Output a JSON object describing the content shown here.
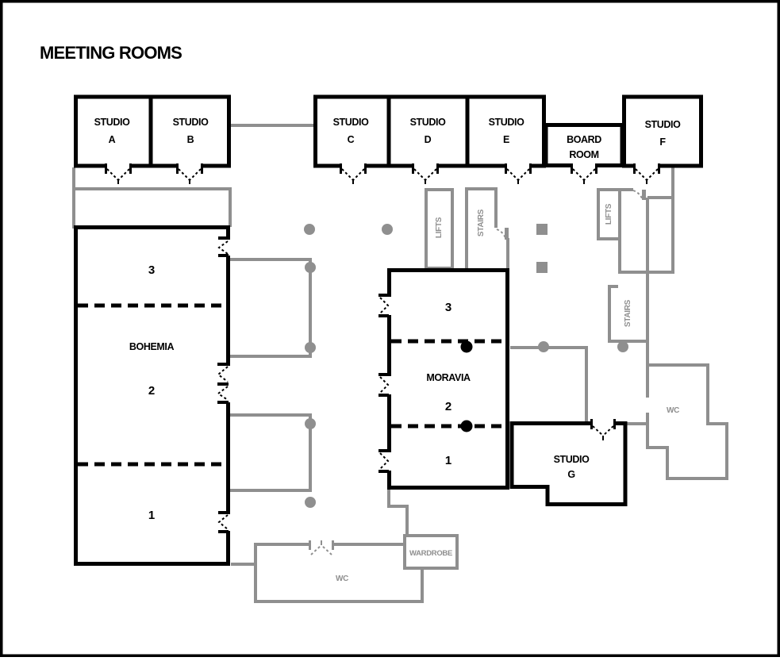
{
  "title": "MEETING ROOMS",
  "colors": {
    "wall": "#000000",
    "secondary": "#8f8f8f",
    "background": "#ffffff"
  },
  "rooms": {
    "studio_a": {
      "name": "STUDIO",
      "id": "A"
    },
    "studio_b": {
      "name": "STUDIO",
      "id": "B"
    },
    "studio_c": {
      "name": "STUDIO",
      "id": "C"
    },
    "studio_d": {
      "name": "STUDIO",
      "id": "D"
    },
    "studio_e": {
      "name": "STUDIO",
      "id": "E"
    },
    "studio_f": {
      "name": "STUDIO",
      "id": "F"
    },
    "studio_g": {
      "name": "STUDIO",
      "id": "G"
    },
    "board_room": {
      "line1": "BOARD",
      "line2": "ROOM"
    },
    "bohemia": {
      "name": "BOHEMIA",
      "section_3": "3",
      "section_2": "2",
      "section_1": "1"
    },
    "moravia": {
      "name": "MORAVIA",
      "section_3": "3",
      "section_2": "2",
      "section_1": "1"
    }
  },
  "facilities": {
    "lifts_center": "LIFTS",
    "stairs_center": "STAIRS",
    "lifts_right": "LIFTS",
    "stairs_right": "STAIRS",
    "wc_right": "WC",
    "wc_bottom": "WC",
    "wardrobe": "WARDROBE"
  }
}
